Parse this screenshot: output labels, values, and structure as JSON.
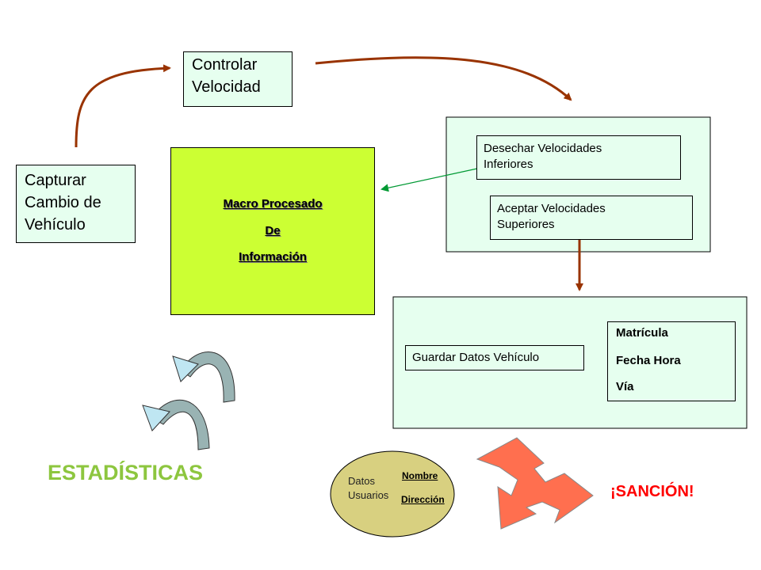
{
  "nodes": {
    "controlar": "Controlar\nVelocidad",
    "capturar": "Capturar\nCambio de\nVehículo",
    "macro": {
      "line1": "Macro Procesado",
      "line2": "De",
      "line3": "Información"
    },
    "desechar": "Desechar Velocidades\nInferiores",
    "aceptar": "Aceptar Velocidades\nSuperiores",
    "guardar": "Guardar Datos Vehículo",
    "datos_vehiculo": {
      "item1": "Matrícula",
      "item2": "Fecha Hora",
      "item3": "Vía"
    },
    "usuarios": {
      "label": "Datos\nUsuarios",
      "field1": "Nombre",
      "field2": "Dirección"
    }
  },
  "labels": {
    "estadisticas": "ESTADÍSTICAS",
    "sancion": "¡SANCIÓN!"
  },
  "colors": {
    "macro_fill": "#ccff33",
    "panel_fill": "#e6ffef",
    "ellipse_fill": "#d8d080",
    "connector_brown": "#993300",
    "connector_green": "#009933",
    "curved_arrow_fill": "#99b3b3",
    "curved_arrow_light": "#bfe6f2",
    "double_arrow_fill": "#ff6f4f",
    "estadisticas_color": "#8dc63f",
    "sancion_color": "#ff0000"
  }
}
